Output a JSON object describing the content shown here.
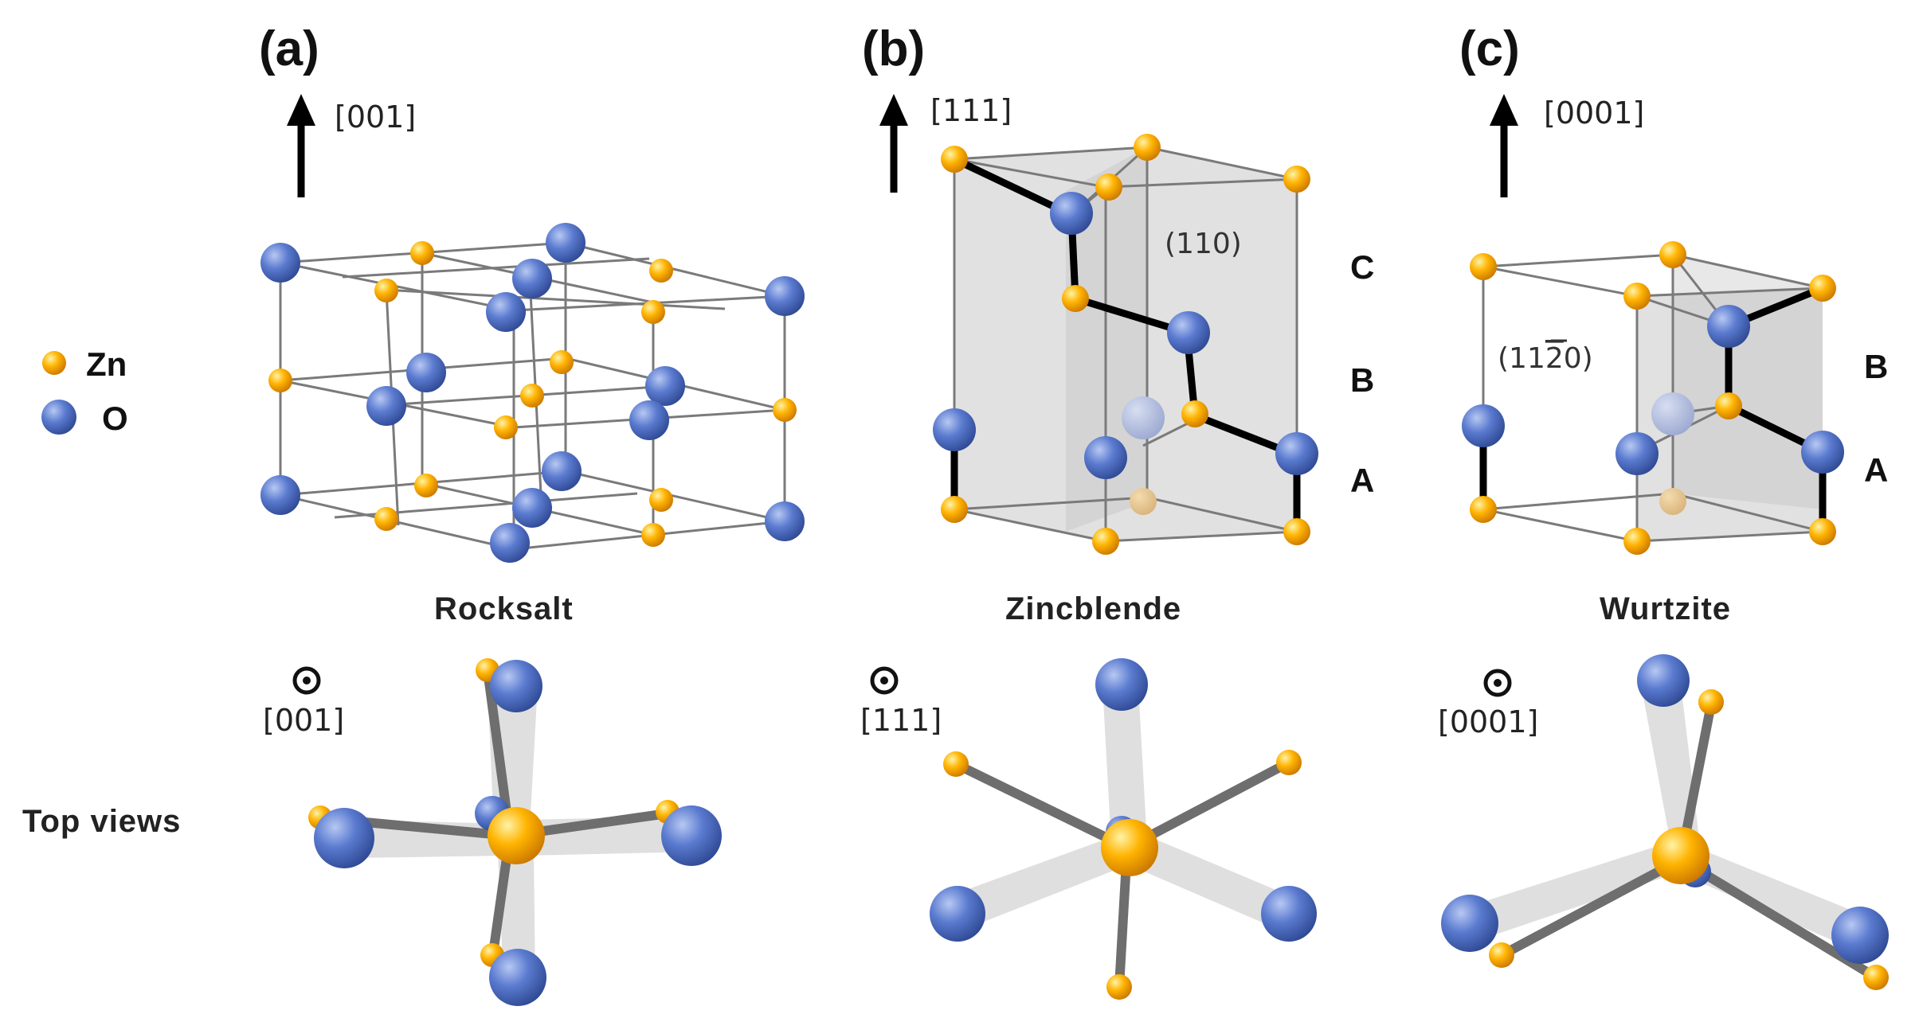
{
  "legend": {
    "zn_label": "Zn",
    "o_label": "O"
  },
  "panels": [
    {
      "label": "(a)",
      "direction": "[001]",
      "name": "Rocksalt",
      "top_direction": "[001]"
    },
    {
      "label": "(b)",
      "direction": "[111]",
      "name": "Zincblende",
      "top_direction": "[111]",
      "plane": "(110)",
      "layers": [
        "C",
        "B",
        "A"
      ]
    },
    {
      "label": "(c)",
      "direction": "[0001]",
      "name": "Wurtzite",
      "top_direction": "[0001]",
      "plane_prefix": "(11",
      "plane_bar": "2",
      "plane_suffix": "0)",
      "layers": [
        "B",
        "A"
      ]
    }
  ],
  "top_views_label": "Top views",
  "colors": {
    "zn": "#f5a500",
    "o": "#4f6fbf",
    "bond_thick": "#000000",
    "edge": "#7a7a7a"
  },
  "atom_key": {
    "zn": "Zn",
    "o": "O"
  }
}
